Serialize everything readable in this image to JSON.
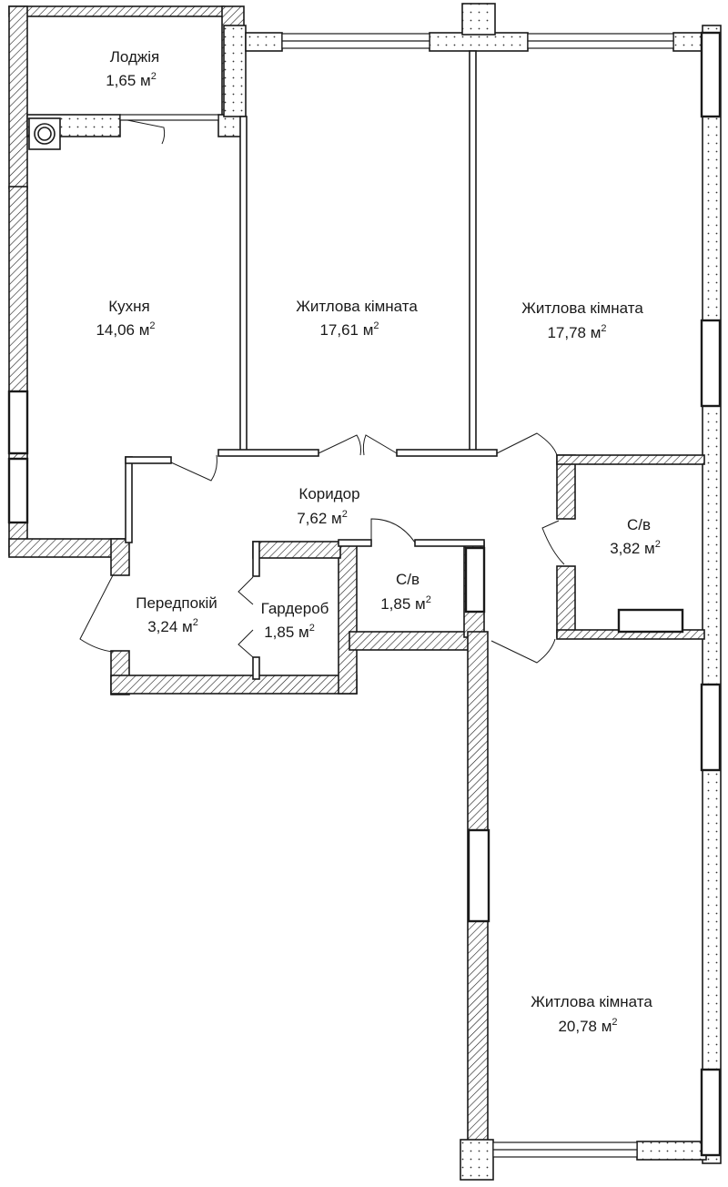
{
  "colors": {
    "wall": "#1a1a1a",
    "hatch": "#1a1a1a",
    "background": "#ffffff",
    "text": "#1a1a1a"
  },
  "rooms": [
    {
      "id": "loggia",
      "name": "Лоджія",
      "area": "1,65 м",
      "unit_sup": "2"
    },
    {
      "id": "kitchen",
      "name": "Кухня",
      "area": "14,06 м",
      "unit_sup": "2"
    },
    {
      "id": "living1",
      "name": "Житлова кімната",
      "area": "17,61 м",
      "unit_sup": "2"
    },
    {
      "id": "living2",
      "name": "Житлова кімната",
      "area": "17,78 м",
      "unit_sup": "2"
    },
    {
      "id": "corridor",
      "name": "Коридор",
      "area": "7,62 м",
      "unit_sup": "2"
    },
    {
      "id": "bath_large",
      "name": "С/в",
      "area": "3,82 м",
      "unit_sup": "2"
    },
    {
      "id": "hall",
      "name": "Передпокій",
      "area": "3,24 м",
      "unit_sup": "2"
    },
    {
      "id": "wardrobe",
      "name": "Гардероб",
      "area": "1,85 м",
      "unit_sup": "2"
    },
    {
      "id": "bath_small",
      "name": "С/в",
      "area": "1,85 м",
      "unit_sup": "2"
    },
    {
      "id": "living3",
      "name": "Житлова кімната",
      "area": "20,78 м",
      "unit_sup": "2"
    }
  ]
}
